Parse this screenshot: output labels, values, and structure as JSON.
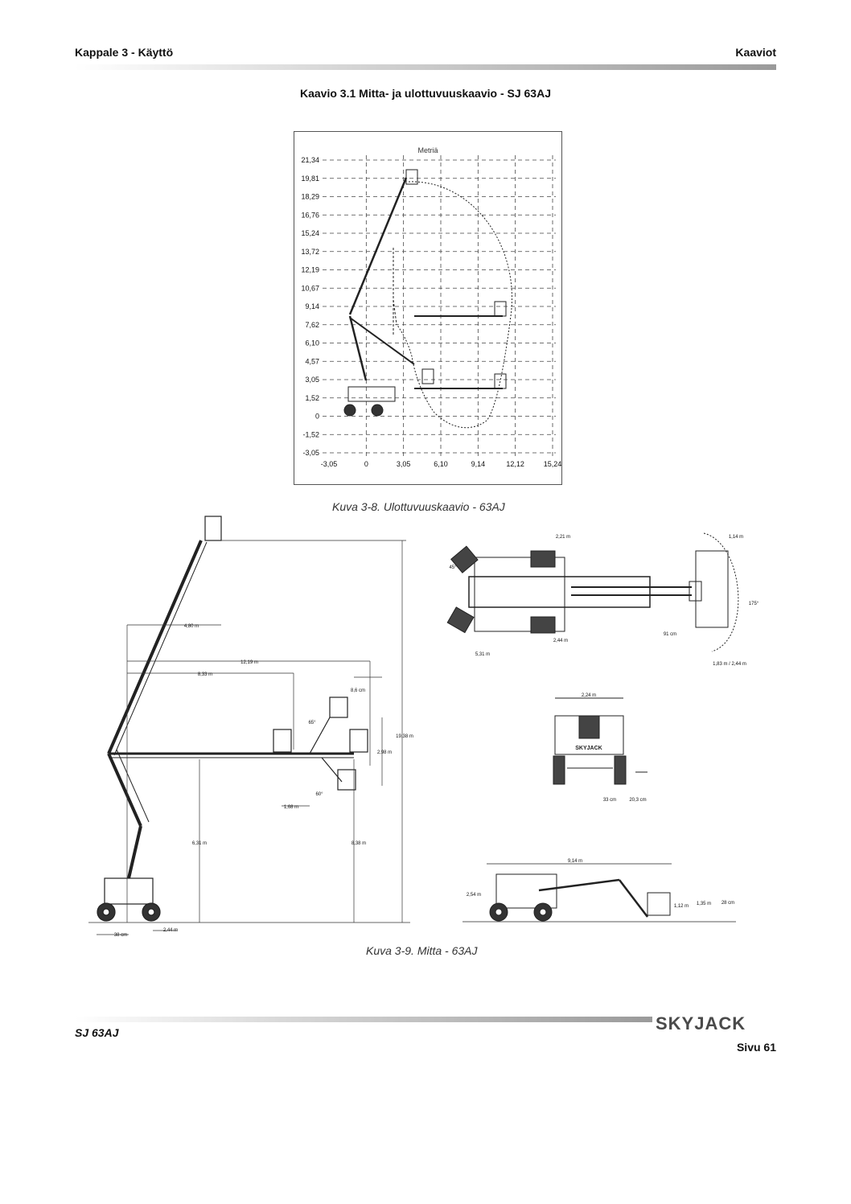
{
  "header": {
    "left": "Kappale 3 - Käyttö",
    "right": "Kaaviot"
  },
  "title": "Kaavio 3.1 Mitta- ja ulottuvuuskaavio - SJ 63AJ",
  "reach_chart": {
    "unit_label": "Metriä",
    "y_ticks": [
      "21,34",
      "19,81",
      "18,29",
      "16,76",
      "15,24",
      "13,72",
      "12,19",
      "10,67",
      "9,14",
      "7,62",
      "6,10",
      "4,57",
      "3,05",
      "1,52",
      "0",
      "-1,52",
      "-3,05"
    ],
    "x_ticks": [
      "-3,05",
      "0",
      "3,05",
      "6,10",
      "9,14",
      "12,12",
      "15,24"
    ]
  },
  "caption_1": "Kuva 3-8. Ulottuvuuskaavio - 63AJ",
  "side_view": {
    "dims": [
      "4,80 m",
      "12,19 m",
      "8,33 m",
      "8,6 cm",
      "65°",
      "19,38 m",
      "2,98 m",
      "60°",
      "1,68 m",
      "6,31 m",
      "8,38 m",
      "38 cm",
      "2,44 m"
    ]
  },
  "top_view": {
    "dims": [
      "2,21 m",
      "1,14 m",
      "45°",
      "175°",
      "91 cm",
      "2,44 m",
      "5,31 m",
      "1,83 m / 2,44 m"
    ]
  },
  "rear_view": {
    "dims": [
      "2,24 m",
      "33 cm",
      "20,3 cm"
    ],
    "badge": "SKYJACK"
  },
  "stowed_view": {
    "dims": [
      "9,14 m",
      "2,54 m",
      "1,12 m",
      "1,35 m",
      "28 cm"
    ]
  },
  "caption_2": "Kuva 3-9. Mitta -  63AJ",
  "footer": {
    "model": "SJ 63AJ",
    "page": "Sivu 61",
    "logo_text": "SKYJACK"
  }
}
